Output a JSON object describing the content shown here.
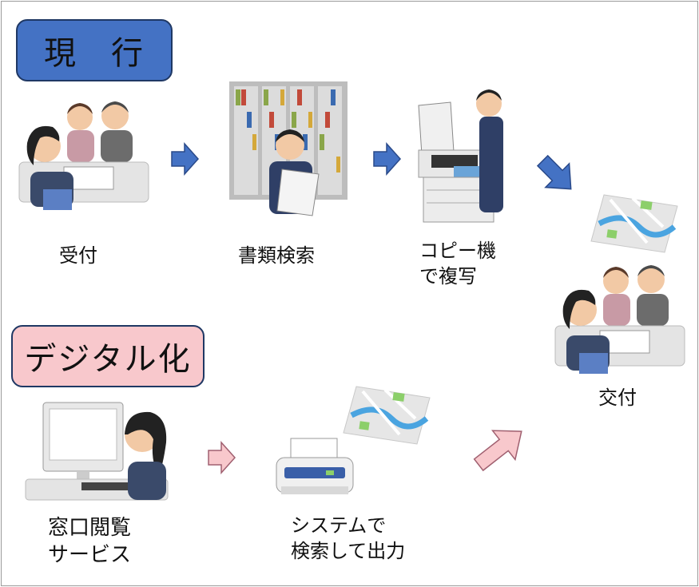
{
  "badges": {
    "current": "現　行",
    "digital": "デジタル化"
  },
  "steps": {
    "reception": "受付",
    "doc_search": "書類検索",
    "copy_line1": "コピー機",
    "copy_line2": "で複写",
    "delivery": "交付",
    "window_line1": "窓口閲覧",
    "window_line2": "サービス",
    "system_line1": "システムで",
    "system_line2": "検索して出力"
  },
  "colors": {
    "current_badge": "#4472c4",
    "digital_badge": "#f8c8cc",
    "blue_arrow": "#4472c4",
    "pink_arrow": "#f8c8cc"
  }
}
